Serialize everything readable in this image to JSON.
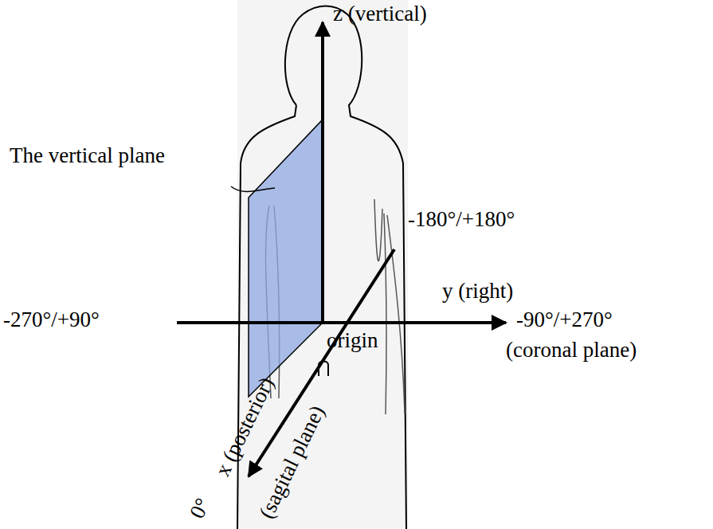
{
  "diagram": {
    "labels": [
      "z (vertical)",
      "The vertical plane",
      "-180°/+180°",
      "y (right)",
      "-270°/+90°",
      "-90°/+270°",
      "(coronal plane)",
      "origin",
      "x (posterior)",
      "0°",
      "(sagital plane)"
    ]
  }
}
